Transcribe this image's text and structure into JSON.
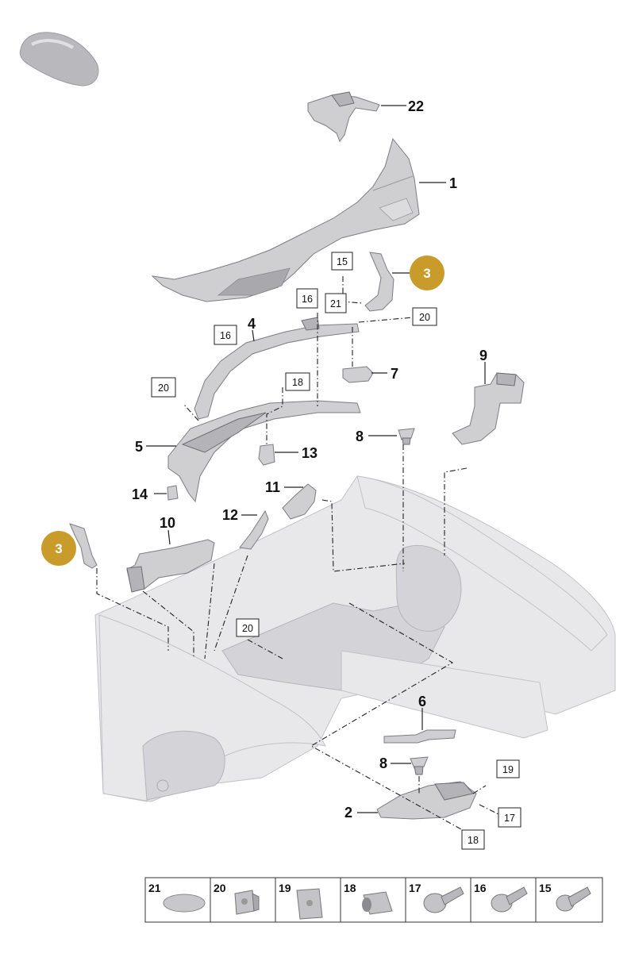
{
  "callouts": {
    "c1": "1",
    "c2": "2",
    "c3a": "3",
    "c3b": "3",
    "c4": "4",
    "c5": "5",
    "c6": "6",
    "c7": "7",
    "c8a": "8",
    "c8b": "8",
    "c9": "9",
    "c10": "10",
    "c11": "11",
    "c12": "12",
    "c13": "13",
    "c14": "14",
    "c22": "22"
  },
  "boxed_refs": {
    "b15": "15",
    "b16a": "16",
    "b16b": "16",
    "b17": "17",
    "b18a": "18",
    "b18b": "18",
    "b19": "19",
    "b20a": "20",
    "b20b": "20",
    "b20c": "20",
    "b21": "21"
  },
  "legend": [
    {
      "num": "21",
      "icon": "cap-icon"
    },
    {
      "num": "20",
      "icon": "clip-nut-icon"
    },
    {
      "num": "19",
      "icon": "clip-plate-icon"
    },
    {
      "num": "18",
      "icon": "expansion-nut-icon"
    },
    {
      "num": "17",
      "icon": "flange-screw-icon"
    },
    {
      "num": "16",
      "icon": "flange-screw-icon"
    },
    {
      "num": "15",
      "icon": "screw-icon"
    }
  ],
  "colors": {
    "highlight": "#c89b2a",
    "part": "#cfcfd2",
    "body": "#e8e8ea"
  }
}
